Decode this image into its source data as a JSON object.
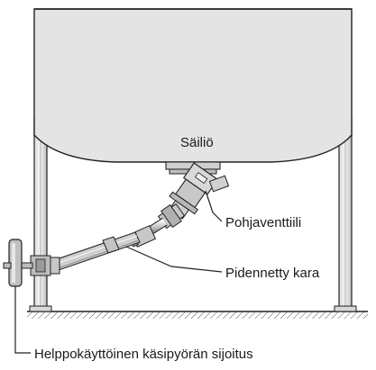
{
  "labels": {
    "tank": "Säiliö",
    "bottom_valve": "Pohjaventtiili",
    "extended_stem": "Pidennetty kara",
    "handwheel_location": "Helppokäyttöinen käsipyörän sijoitus"
  },
  "colors": {
    "tank_fill": "#e4e4e4",
    "metal_fill": "#cfcfcf",
    "metal_dark": "#9a9a9a",
    "outline": "#222222"
  }
}
